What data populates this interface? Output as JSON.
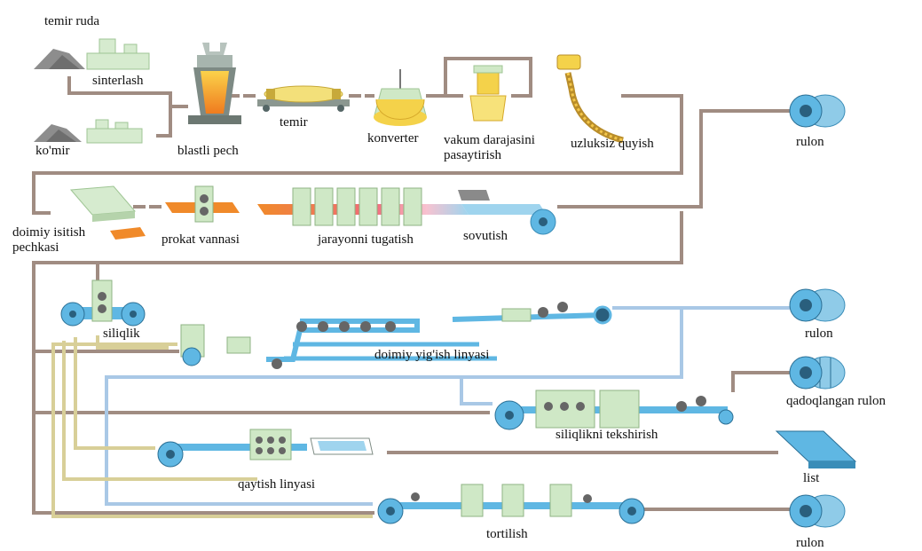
{
  "labels": {
    "iron_ore": "temir ruda",
    "sintering": "sinterlash",
    "coal": "ko'mir",
    "blast_furnace": "blastli pech",
    "iron": "temir",
    "converter": "konverter",
    "vacuum_degassing": "vakum darajasini\npasaytirish",
    "continuous_casting": "uzluksiz quyish",
    "coil_1": "rulon",
    "reheating_furnace": "doimiy isitish\npechkasi",
    "rolling_stand": "prokat vannasi",
    "finishing": "jarayonni tugatish",
    "cooling": "sovutish",
    "smoothing": "siliqlik",
    "continuous_assembly_line": "doimiy yig'ish linyasi",
    "coil_2": "rulon",
    "packed_coil": "qadoqlangan rulon",
    "smoothness_inspection": "siliqlikni tekshirish",
    "rework_line": "qaytish linyasi",
    "sheet": "list",
    "drawing": "tortilish",
    "coil_3": "rulon"
  },
  "colors": {
    "flow_line": "#a08c82",
    "blue_line": "#a9c8e6",
    "khaki_line": "#d8cf98",
    "machine_green": "#cfe8c6",
    "roll_blue": "#5fb7e3",
    "hot_orange": "#f08a2a"
  }
}
